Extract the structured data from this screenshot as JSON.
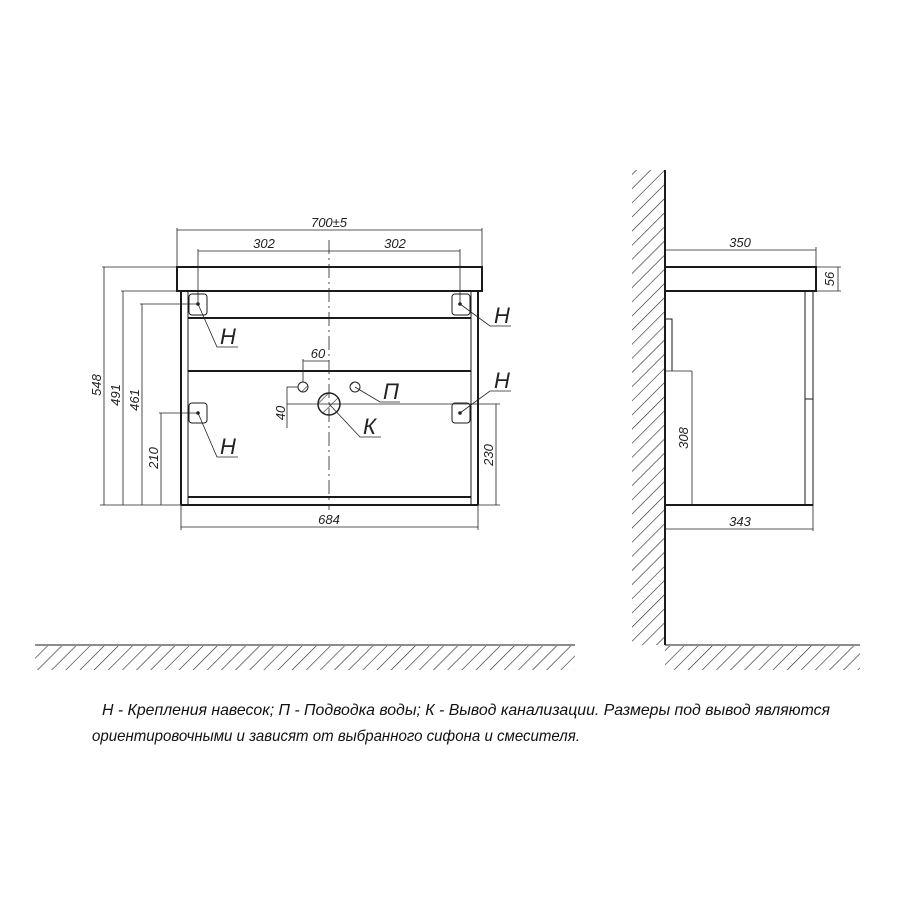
{
  "front_view": {
    "dims": {
      "overall_width": "700±5",
      "hanger_left": "302",
      "hanger_right": "302",
      "height_total": "548",
      "height_body": "491",
      "height_top_hanger": "461",
      "height_bottom_hanger_left": "210",
      "height_bottom_hanger_right": "230",
      "pipe_offset": "60",
      "pipe_vertical": "40",
      "body_width": "684"
    },
    "labels": {
      "hanger": "Н",
      "water": "П",
      "drain": "К"
    }
  },
  "side_view": {
    "dims": {
      "depth_top": "350",
      "top_thickness": "56",
      "rail_height": "308",
      "depth_body": "343"
    }
  },
  "caption": {
    "line1": "Н - Крепления навесок; П - Подводка воды; К - Вывод канализации. Размеры под вывод являются",
    "line2": "ориентировочными и зависят от выбранного сифона и смесителя."
  }
}
